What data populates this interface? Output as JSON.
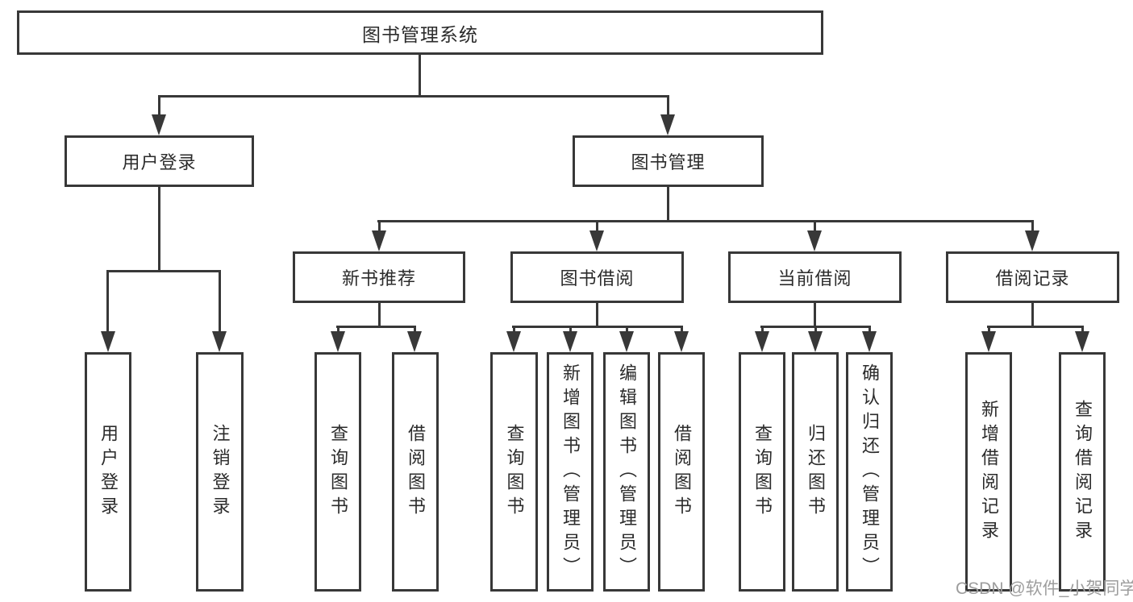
{
  "colors": {
    "line": "#383838",
    "text": "#2b2b2b",
    "watermark": "#9d9d9d",
    "background": "#ffffff"
  },
  "tree": {
    "root": "图书管理系统",
    "branches": [
      {
        "label": "用户登录",
        "children": [
          "用户登录",
          "注销登录"
        ]
      },
      {
        "label": "图书管理",
        "groups": [
          {
            "label": "新书推荐",
            "children": [
              "查询图书",
              "借阅图书"
            ]
          },
          {
            "label": "图书借阅",
            "children": [
              "查询图书",
              "新增图书（管理员）",
              "编辑图书（管理员）",
              "借阅图书"
            ]
          },
          {
            "label": "当前借阅",
            "children": [
              "查询图书",
              "归还图书",
              "确认归还（管理员）"
            ]
          },
          {
            "label": "借阅记录",
            "children": [
              "新增借阅记录",
              "查询借阅记录"
            ]
          }
        ]
      }
    ]
  },
  "watermark": {
    "text": "CSDN @软件_小贺同学"
  }
}
